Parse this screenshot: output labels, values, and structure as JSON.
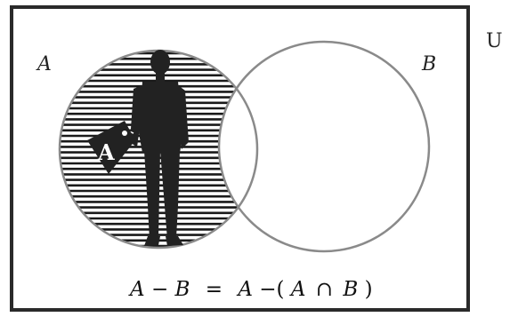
{
  "universe_label": "U",
  "set_a_label": "A",
  "set_b_label": "B",
  "tag_label": "A",
  "formula": {
    "lhs_a": "A",
    "minus1": "−",
    "lhs_b": "B",
    "equals": "=",
    "rhs_a": "A",
    "minus2": "−(",
    "inner_a": "A",
    "cap": "∩",
    "inner_b": "B",
    "close": ")"
  },
  "colors": {
    "frame": "#2a2a2a",
    "circle": "#8a8a8a",
    "hatch": "#1a1a1a",
    "figure": "#222222"
  }
}
